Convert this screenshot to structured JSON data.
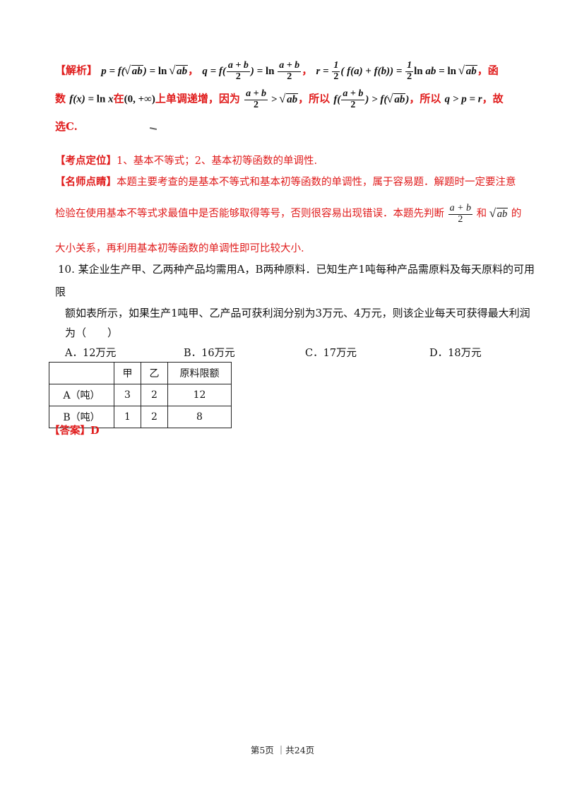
{
  "analysis": {
    "tag": "【解析】",
    "text_fn_prefix": "数",
    "fn_text": "上单调递增，因为",
    "so_text": "，所以",
    "so_text2": "，所以",
    "choose": "，故",
    "choose2": "选C."
  },
  "kaodian": {
    "tag": "【考点定位】",
    "text": "1、基本不等式；2、基本初等函数的单调性."
  },
  "mingshi": {
    "tag": "【名师点睛】",
    "line1": "本题主要考查的是基本不等式和基本初等函数的单调性，属于容易题．解题时一定要注意",
    "line2a": "检验在使用基本不等式求最值中是否能够取得等号，否则很容易出现错误．本题先判断",
    "line2b": "和",
    "line2c": "的",
    "line3": "大小关系，再利用基本初等函数的单调性即可比较大小."
  },
  "question": {
    "line1": "10. 某企业生产甲、乙两种产品均需用A，B两种原料．已知生产1吨每种产品需原料及每天原料的可用",
    "line2": "限",
    "line3": "额如表所示，如果生产1吨甲、乙产品可获利润分别为3万元、4万元，则该企业每天可获得最大利润",
    "line4": "为（　　）"
  },
  "options": [
    {
      "label": "A．12万元"
    },
    {
      "label": "B．16万元"
    },
    {
      "label": "C．17万元"
    },
    {
      "label": "D．18万元"
    }
  ],
  "table": {
    "headers": [
      "",
      "甲",
      "乙",
      "原料限额"
    ],
    "rows": [
      [
        "A（吨）",
        "3",
        "2",
        "12"
      ],
      [
        "B（吨）",
        "1",
        "2",
        "8"
      ]
    ]
  },
  "answer": {
    "text": "【答案】D"
  },
  "footer": {
    "text": "第5页 ｜共24页"
  }
}
